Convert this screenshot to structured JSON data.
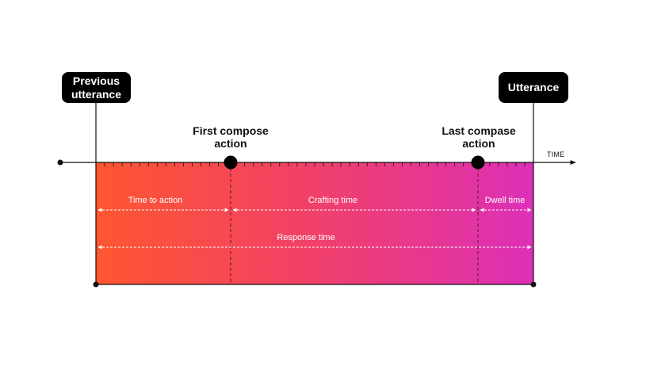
{
  "markers": {
    "previous_utterance": [
      "Previous",
      "utterance"
    ],
    "utterance": "Utterance"
  },
  "events": {
    "first_compose": [
      "First compose",
      "action"
    ],
    "last_compose": [
      "Last compase",
      "action"
    ]
  },
  "axis": {
    "label": "TIME"
  },
  "spans": {
    "time_to_action": "Time to action",
    "crafting_time": "Crafting time",
    "dwell_time": "Dwell time",
    "response_time": "Response time"
  },
  "colors": {
    "gradient_start": "#ff5630",
    "gradient_mid": "#f0406a",
    "gradient_end": "#dd2fb8",
    "ink": "#111111"
  }
}
